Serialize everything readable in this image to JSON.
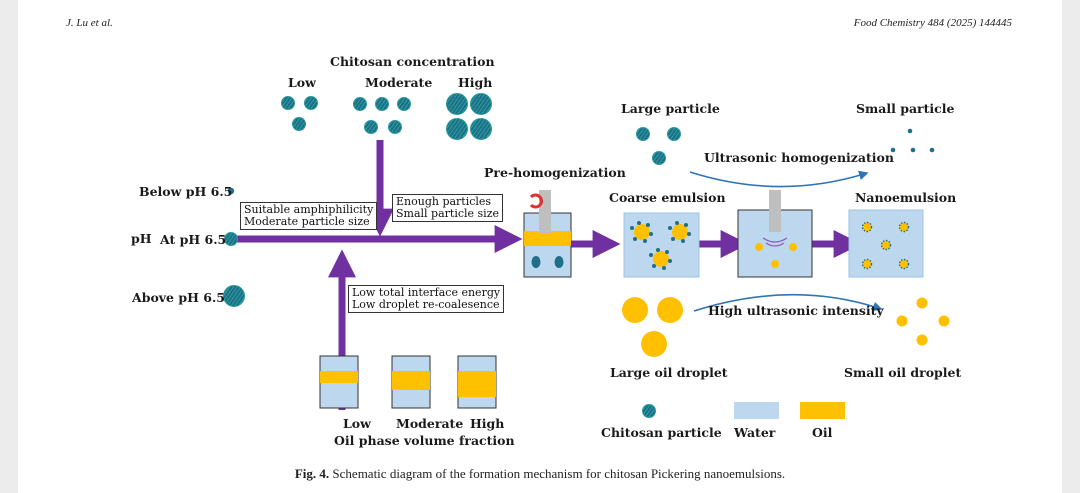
{
  "header": {
    "authors": "J. Lu et al.",
    "journal": "Food Chemistry 484 (2025) 144445"
  },
  "chitosan_concentration": {
    "title": "Chitosan concentration",
    "low": "Low",
    "moderate": "Moderate",
    "high": "High"
  },
  "ph": {
    "axis_label": "pH",
    "below": "Below pH 6.5",
    "at": "At pH 6.5",
    "above": "Above pH 6.5",
    "box_amphiphilicity": [
      "Suitable amphiphilicity",
      "Moderate particle size"
    ]
  },
  "box_enough": [
    "Enough particles",
    "Small particle size"
  ],
  "box_interface": [
    "Low total interface energy",
    "Low droplet re-coalesence"
  ],
  "oil_fraction": {
    "title": "Oil phase volume fraction",
    "low": "Low",
    "moderate": "Moderate",
    "high": "High"
  },
  "process": {
    "pre_homogenization": "Pre-homogenization",
    "coarse_emulsion": "Coarse emulsion",
    "nanoemulsion": "Nanoemulsion",
    "large_particle": "Large particle",
    "small_particle": "Small particle",
    "ultrasonic_homogenization": "Ultrasonic homogenization",
    "high_ultrasonic_intensity": "High ultrasonic intensity",
    "large_oil_droplet": "Large oil droplet",
    "small_oil_droplet": "Small oil droplet"
  },
  "legend": {
    "chitosan_particle": "Chitosan particle",
    "water": "Water",
    "oil": "Oil"
  },
  "colors": {
    "arrow": "#7030a0",
    "water": "#bdd7ee",
    "oil": "#ffc000",
    "particle": "#1f6f8b",
    "particle_hl": "#2ec4a0",
    "red": "#e03030"
  },
  "caption": {
    "label": "Fig. 4.",
    "text": "Schematic diagram of the formation mechanism for chitosan Pickering nanoemulsions."
  }
}
